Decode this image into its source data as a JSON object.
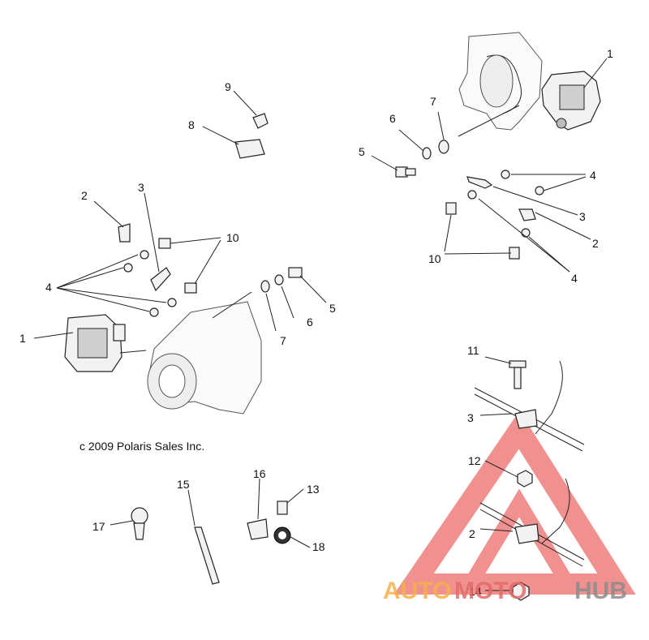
{
  "copyright": "c 2009 Polaris Sales Inc.",
  "watermark": {
    "part_a": "AUTO",
    "part_b": "MOTO",
    "part_c": "HUB",
    "color_triangle": "#e53935"
  },
  "callouts": {
    "c1_right": "1",
    "c7_right": "7",
    "c6_right": "6",
    "c5_right": "5",
    "c4_right_top": "4",
    "c3_right": "3",
    "c2_right": "2",
    "c10_right": "10",
    "c4_right_bottom": "4",
    "c9": "9",
    "c8": "8",
    "c2_left": "2",
    "c3_left": "3",
    "c10_left": "10",
    "c4_left": "4",
    "c1_left": "1",
    "c7_mid": "7",
    "c6_mid": "6",
    "c5_mid": "5",
    "c11": "11",
    "c3_clip": "3",
    "c12": "12",
    "c2_clip": "2",
    "c14": "14",
    "c15": "15",
    "c16": "16",
    "c13": "13",
    "c17": "17",
    "c18": "18"
  }
}
